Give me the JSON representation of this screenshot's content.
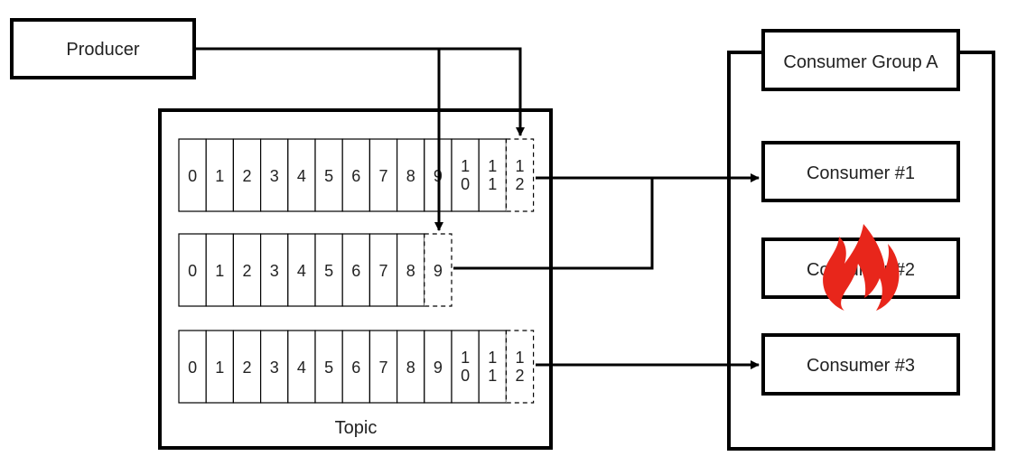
{
  "producer": {
    "label": "Producer"
  },
  "topic": {
    "label": "Topic",
    "partitions": [
      {
        "offsets": [
          "0",
          "1",
          "2",
          "3",
          "4",
          "5",
          "6",
          "7",
          "8",
          "9",
          "10",
          "11"
        ],
        "pending": "12"
      },
      {
        "offsets": [
          "0",
          "1",
          "2",
          "3",
          "4",
          "5",
          "6",
          "7",
          "8"
        ],
        "pending": "9"
      },
      {
        "offsets": [
          "0",
          "1",
          "2",
          "3",
          "4",
          "5",
          "6",
          "7",
          "8",
          "9",
          "10",
          "11"
        ],
        "pending": "12"
      }
    ]
  },
  "consumer_group": {
    "label": "Consumer Group A",
    "consumers": [
      {
        "label": "Consumer #1",
        "failed": false
      },
      {
        "label": "Consumer #2",
        "failed": true
      },
      {
        "label": "Consumer #3",
        "failed": false
      }
    ]
  },
  "colors": {
    "line": "#000000",
    "fire": "#e8261b"
  },
  "icons": {
    "failure": "fire-icon"
  }
}
